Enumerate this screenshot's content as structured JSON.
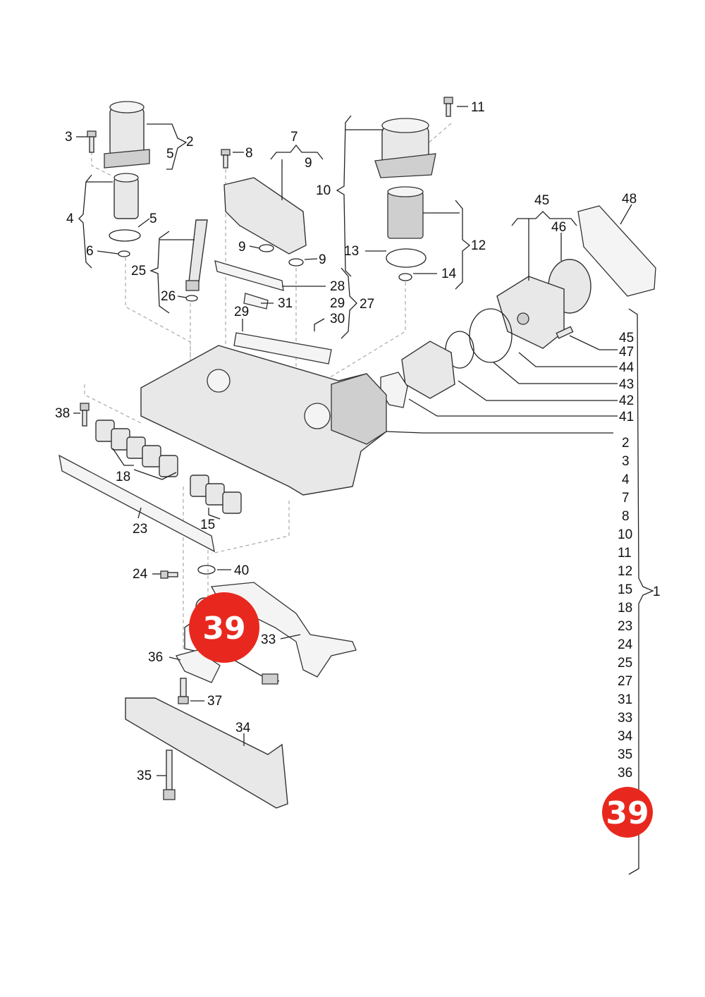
{
  "callouts": {
    "c1": "1",
    "c2": "2",
    "c3": "3",
    "c4": "4",
    "c5a": "5",
    "c5b": "5",
    "c6": "6",
    "c7": "7",
    "c8": "8",
    "c9a": "9",
    "c9b": "9",
    "c9c": "9",
    "c10": "10",
    "c11": "11",
    "c12": "12",
    "c13": "13",
    "c14": "14",
    "c15": "15",
    "c18": "18",
    "c23": "23",
    "c24": "24",
    "c25": "25",
    "c26": "26",
    "c27": "27",
    "c28": "28",
    "c29a": "29",
    "c29b": "29",
    "c30": "30",
    "c31": "31",
    "c33": "33",
    "c34": "34",
    "c35": "35",
    "c36": "36",
    "c37": "37",
    "c38": "38",
    "c40": "40",
    "c41": "41",
    "c42": "42",
    "c43": "43",
    "c44": "44",
    "c45a": "45",
    "c45b": "45",
    "c46": "46",
    "c47": "47",
    "c48": "48"
  },
  "part_list": [
    "2",
    "3",
    "4",
    "7",
    "8",
    "10",
    "11",
    "12",
    "15",
    "18",
    "23",
    "24",
    "25",
    "27",
    "31",
    "33",
    "34",
    "35",
    "36"
  ],
  "highlight": {
    "label": "39",
    "color": "#e8281e"
  }
}
